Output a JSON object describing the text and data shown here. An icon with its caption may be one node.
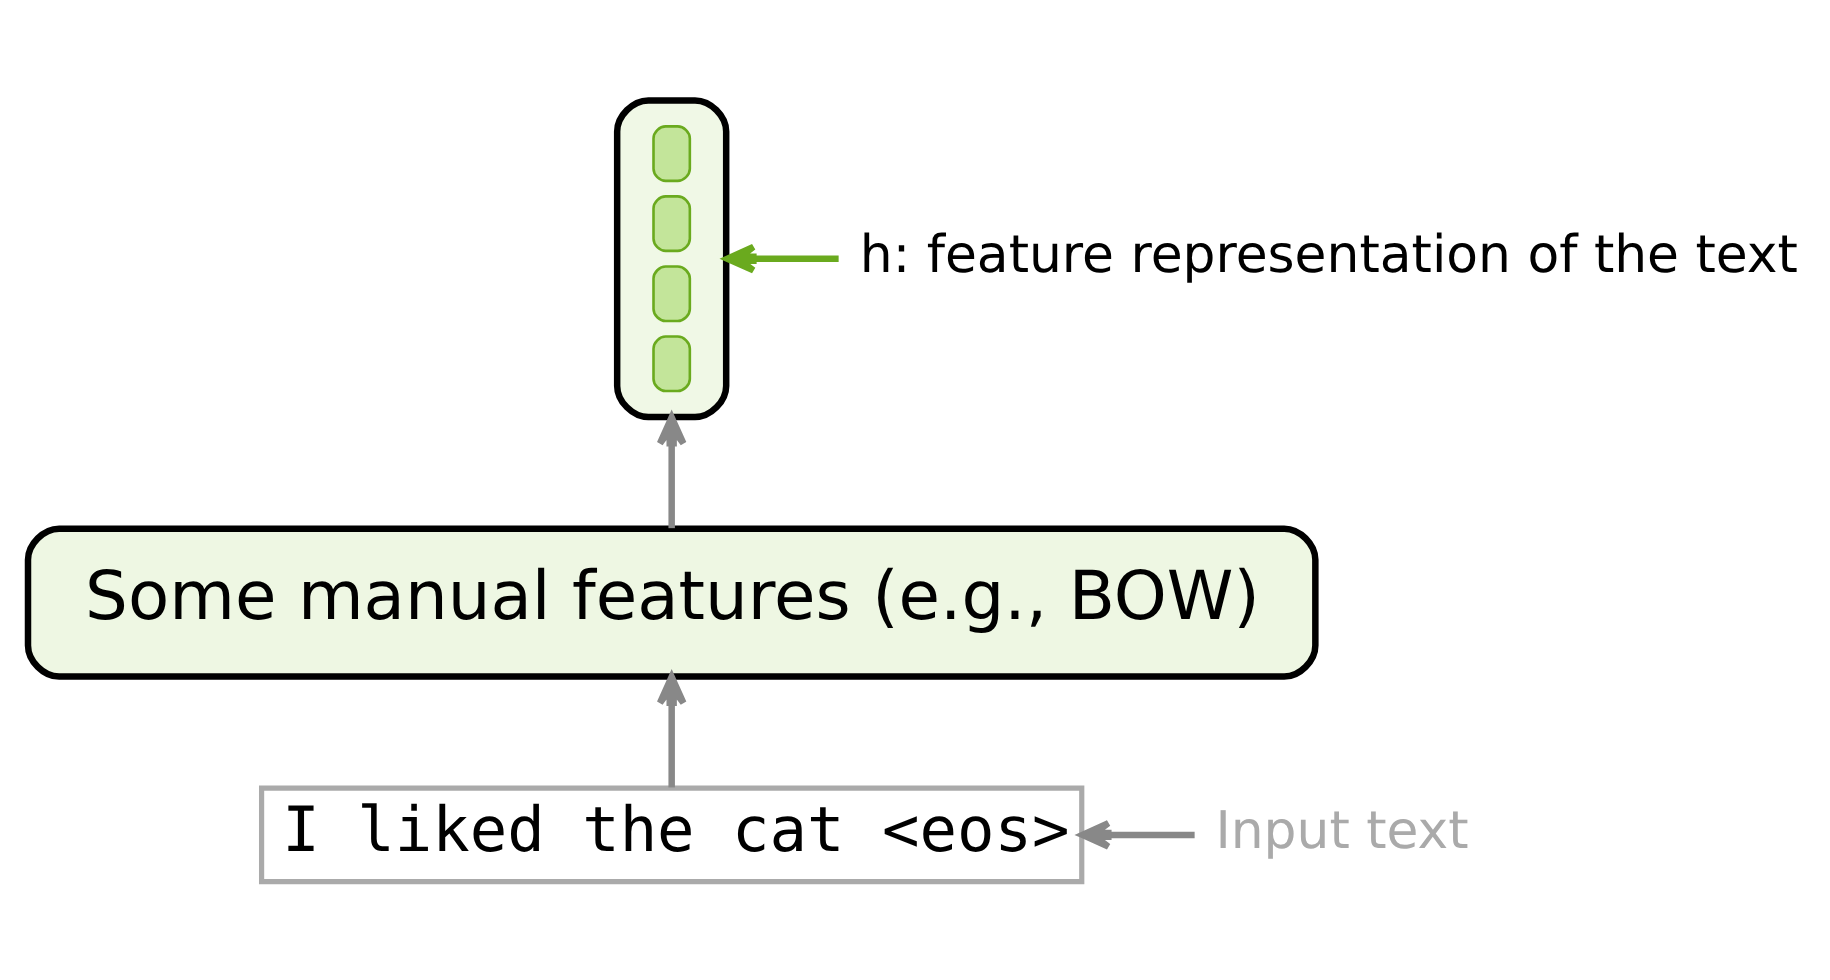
{
  "diagram": {
    "nodes": [
      {
        "text": [],
        "shape": "box"
      },
      {
        "text": [
          "Some manual features (e.g., BOW)"
        ]
      },
      {
        "text": [
          "I liked the cat <eos>"
        ]
      },
      {
        "text": [
          "h: feature representation of the text"
        ]
      },
      {
        "text": [
          "Input text"
        ]
      }
    ],
    "edges": [
      {
        "from": 2,
        "to": 1,
        "arrow": "to"
      },
      {
        "from": 1,
        "to": 0,
        "arrow": "to"
      },
      {
        "from": 3,
        "to": 0,
        "arrow": "to",
        "color": "#6aaa1e"
      },
      {
        "from": 4,
        "to": 2,
        "arrow": "to"
      }
    ]
  }
}
